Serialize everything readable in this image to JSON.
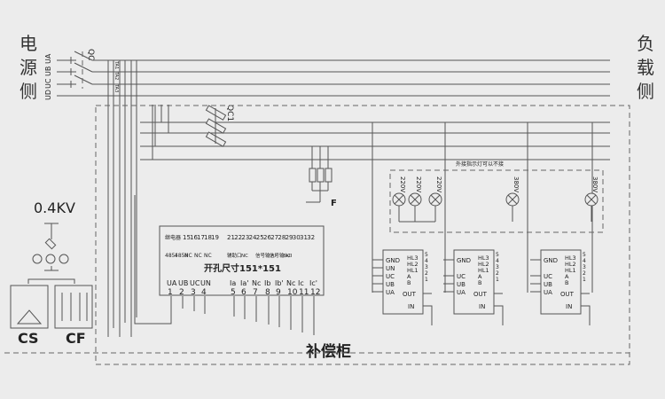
{
  "source_side_label": [
    "电",
    "源",
    "侧"
  ],
  "load_side_label": [
    "负",
    "载",
    "侧"
  ],
  "phase_labels": [
    "UA",
    "UB",
    "UC",
    "UD"
  ],
  "breaker_main": "QC",
  "breaker_sub": "QC1",
  "ct_labels": [
    "TA1",
    "TA2",
    "TA3"
  ],
  "fuse_label": "F",
  "voltage_label": "0.4KV",
  "cs_label": "CS",
  "cf_label": "CF",
  "cabinet_label": "补偿柜",
  "indicator_note": "外接指示灯可以不接",
  "lamps": [
    {
      "voltage": "220V"
    },
    {
      "voltage": "220V"
    },
    {
      "voltage": "220V"
    },
    {
      "voltage": "380V"
    },
    {
      "voltage": "380V"
    }
  ],
  "controller": {
    "top_numbers_left": [
      "15",
      "16",
      "17",
      "18",
      "19"
    ],
    "relay_label": "继电器",
    "ab_labels": [
      "B",
      "A",
      "B",
      "A"
    ],
    "top_bottom_labels": [
      "485I",
      "485II",
      "NC",
      "NC",
      "NC"
    ],
    "top_numbers_right": [
      "21",
      "22",
      "23",
      "24",
      "25",
      "26",
      "27",
      "28",
      "29",
      "30",
      "31",
      "32"
    ],
    "top_bottom_right": [
      "辅助口",
      "NC",
      "信号输入I",
      "信号输入II",
      "NC"
    ],
    "cutout": "开孔尺寸151*151",
    "bottom_labels": [
      "UA",
      "UB",
      "UC",
      "UN",
      "Ia",
      "Ia'",
      "Nc",
      "Ib",
      "Ib'",
      "Nc",
      "Ic",
      "Ic'"
    ],
    "bottom_numbers": [
      "1",
      "2",
      "3",
      "4",
      "5",
      "6",
      "7",
      "8",
      "9",
      "10",
      "11",
      "12"
    ]
  },
  "modules": [
    {
      "left": [
        "GND",
        "UN",
        "UC",
        "UB",
        "UA"
      ],
      "right": [
        "HL3",
        "HL2",
        "HL1",
        "A",
        "B"
      ],
      "pins": [
        "5",
        "4",
        "3",
        "2",
        "1"
      ],
      "out": "OUT",
      "in": "IN"
    },
    {
      "left": [
        "GND",
        "UC",
        "UB",
        "UA"
      ],
      "right": [
        "HL3",
        "HL2",
        "HL1",
        "A",
        "B"
      ],
      "pins": [
        "5",
        "4",
        "3",
        "2",
        "1"
      ],
      "out": "OUT",
      "in": "IN"
    },
    {
      "left": [
        "GND",
        "UC",
        "UB",
        "UA"
      ],
      "right": [
        "HL3",
        "HL2",
        "HL1",
        "A",
        "B"
      ],
      "pins": [
        "5",
        "4",
        "3",
        "2",
        "1"
      ],
      "out": "OUT",
      "in": "IN"
    }
  ]
}
